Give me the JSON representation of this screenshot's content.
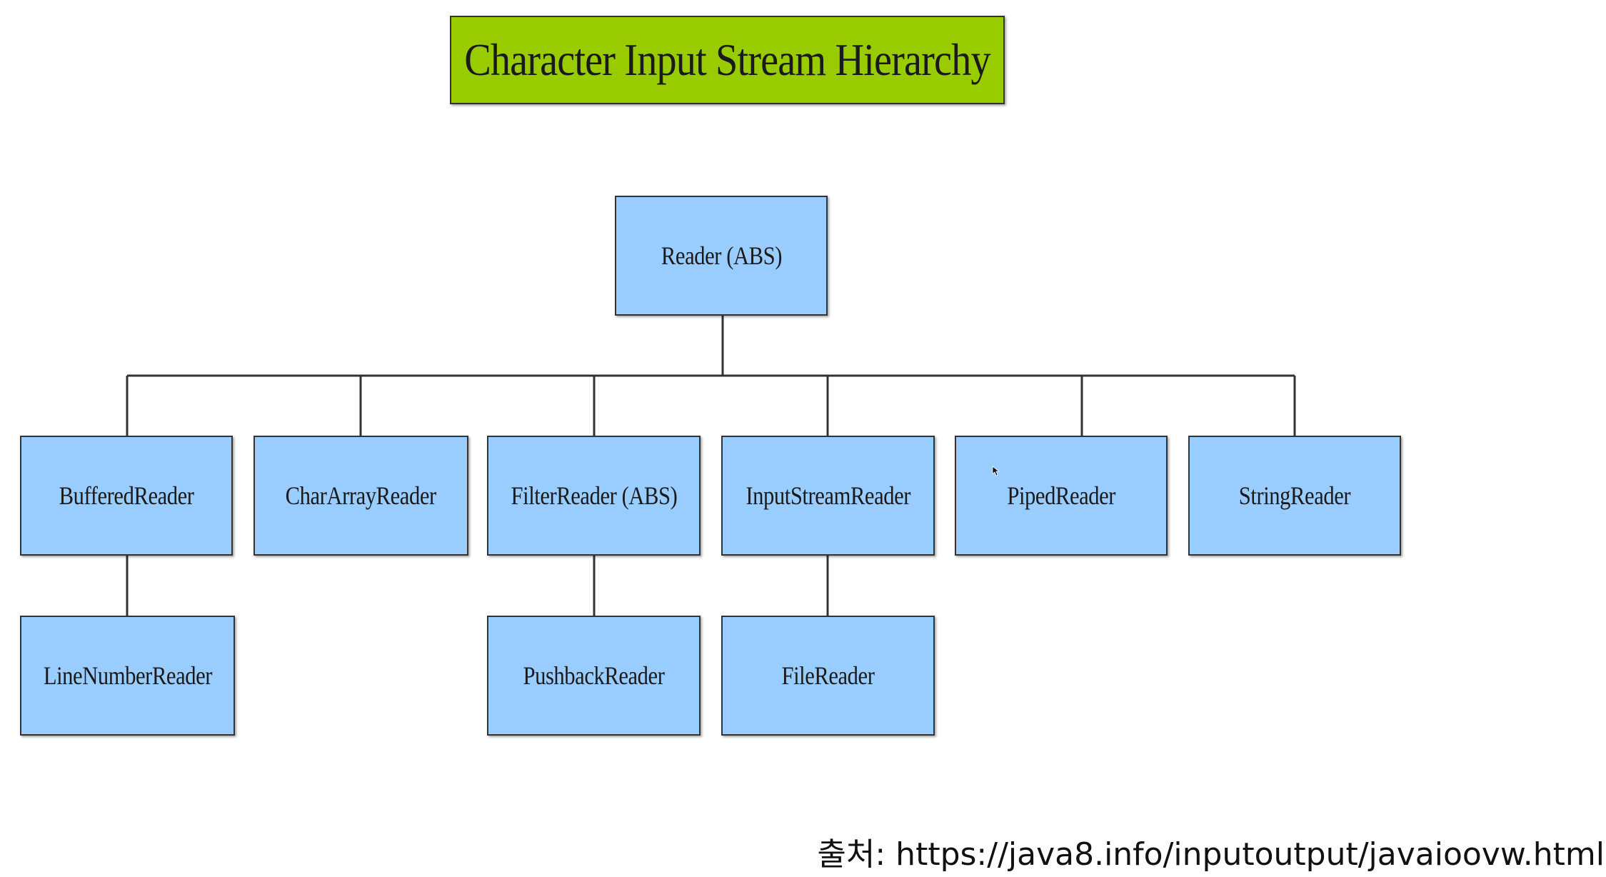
{
  "title": "Character Input Stream Hierarchy",
  "nodes": {
    "reader": "Reader (ABS)",
    "buffered_reader": "BufferedReader",
    "char_array_reader": "CharArrayReader",
    "filter_reader": "FilterReader (ABS)",
    "input_stream_reader": "InputStreamReader",
    "piped_reader": "PipedReader",
    "string_reader": "StringReader",
    "line_number_reader": "LineNumberReader",
    "pushback_reader": "PushbackReader",
    "file_reader": "FileReader"
  },
  "source": "출처: https://java8.info/inputoutput/javaioovw.html",
  "colors": {
    "title_fill": "#99cc00",
    "node_fill": "#99ccff",
    "line": "#333333"
  }
}
